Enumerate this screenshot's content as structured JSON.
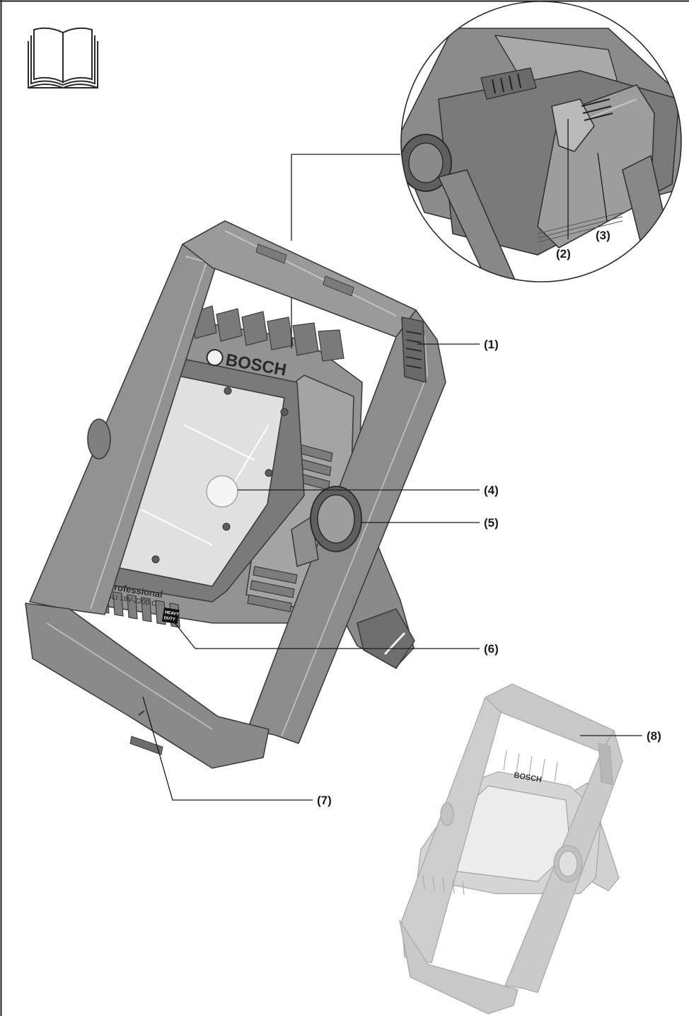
{
  "brand": {
    "logo_text": "BOSCH",
    "product_line": "Professional",
    "model": "GLI 18V-2200 C",
    "badge_line1": "HEAVY",
    "badge_line2": "DUTY"
  },
  "mini_brand": "BOSCH",
  "callouts": [
    {
      "id": "1",
      "label": "(1)"
    },
    {
      "id": "2",
      "label": "(2)"
    },
    {
      "id": "3",
      "label": "(3)"
    },
    {
      "id": "4",
      "label": "(4)"
    },
    {
      "id": "5",
      "label": "(5)"
    },
    {
      "id": "6",
      "label": "(6)"
    },
    {
      "id": "7",
      "label": "(7)"
    },
    {
      "id": "8",
      "label": "(8)"
    }
  ],
  "icons": {
    "manual": "open-book-icon"
  },
  "colors": {
    "frame": "#8e8e8e",
    "frame_light": "#b4b4b4",
    "frame_dark": "#5f5f5f",
    "lens": "#e0e0e0",
    "ghost": "#c4c4c4",
    "line": "#1a1a1a"
  }
}
